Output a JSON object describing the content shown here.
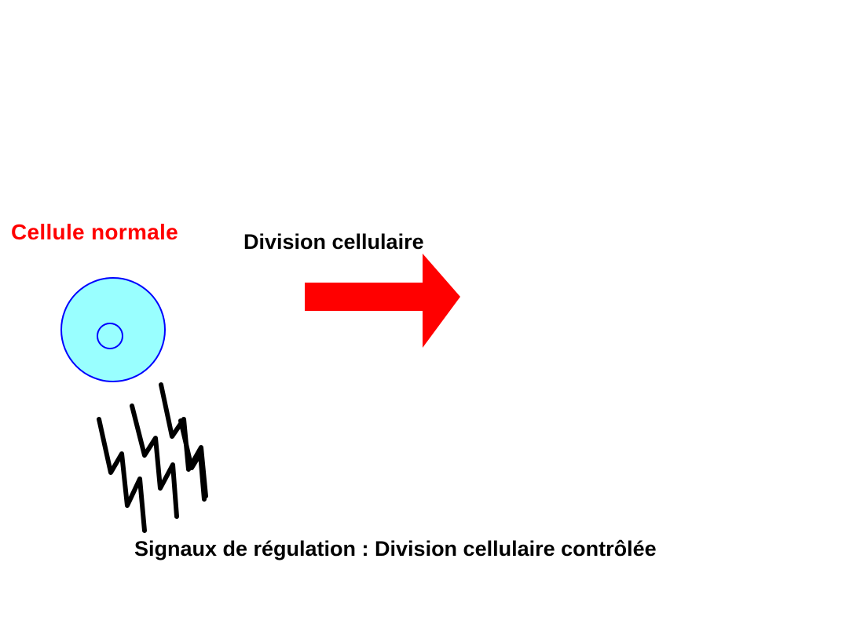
{
  "cell": {
    "label": "Cellule normale",
    "label_color": "#ff0000",
    "fill_color": "#99ffff",
    "outline_color": "#0000ff"
  },
  "arrow": {
    "label": "Division cellulaire",
    "color": "#ff0000"
  },
  "signals": {
    "label": "Signaux de régulation : Division cellulaire contrôlée",
    "icon": "lightning-bolt-icon",
    "color": "#000000"
  },
  "text_color": "#000000"
}
